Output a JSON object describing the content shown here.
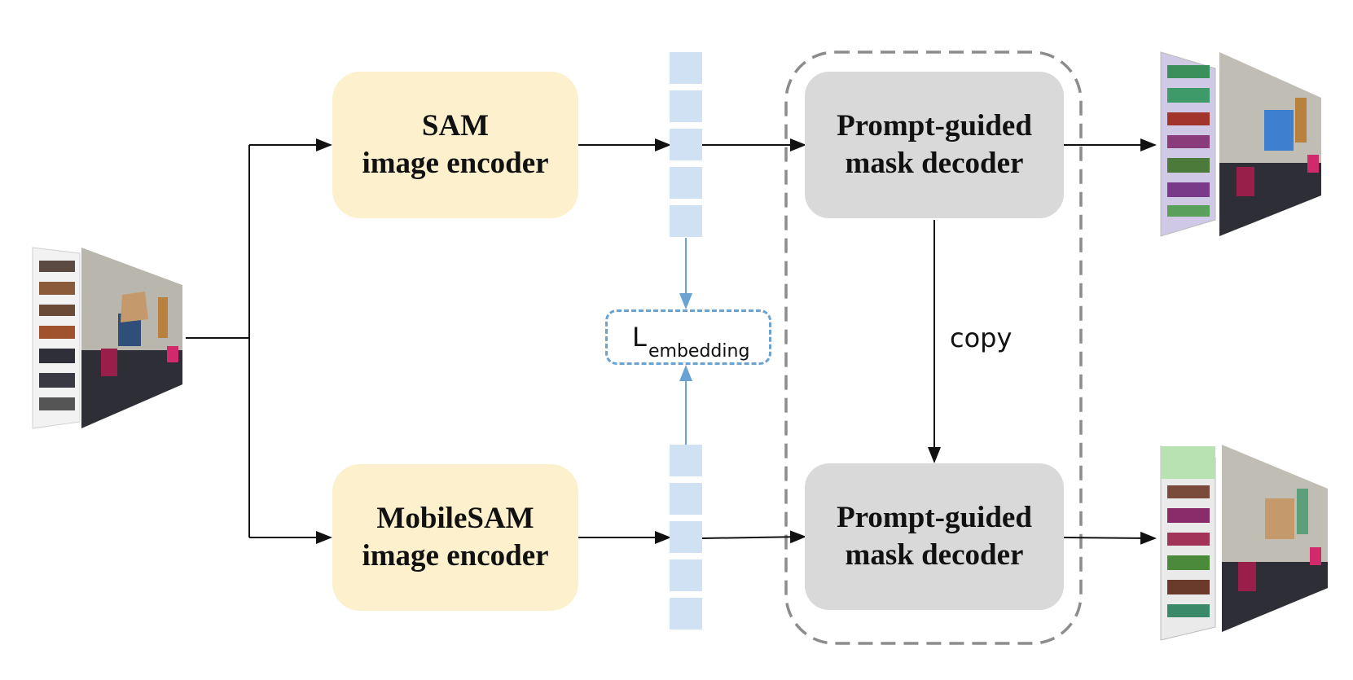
{
  "sam_encoder": {
    "line1": "SAM",
    "line2": "image encoder"
  },
  "mobilesam_encoder": {
    "line1": "MobileSAM",
    "line2": "image encoder"
  },
  "decoder_top": {
    "line1": "Prompt-guided",
    "line2": "mask decoder"
  },
  "decoder_bottom": {
    "line1": "Prompt-guided",
    "line2": "mask decoder"
  },
  "loss": {
    "symbol": "L",
    "subscript": "embedding"
  },
  "copy_label": "copy",
  "colors": {
    "encoder_fill": "#fdf0cc",
    "decoder_fill": "#d9d9d9",
    "token_fill": "#cfe1f3",
    "loss_border": "#6aa3d2",
    "group_border": "#8c8c8c",
    "arrow": "#111111"
  }
}
